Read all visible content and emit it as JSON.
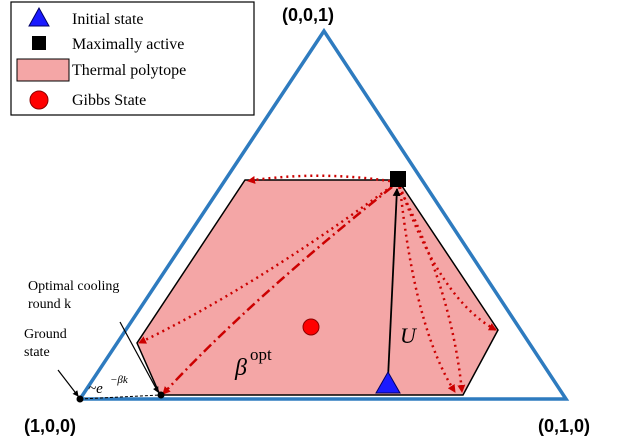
{
  "legend": {
    "items": [
      {
        "label": "Initial state",
        "marker": "blue-triangle"
      },
      {
        "label": "Maximally active",
        "marker": "black-square"
      },
      {
        "label": "Thermal polytope",
        "marker": "pink-rectangle"
      },
      {
        "label": "Gibbs State",
        "marker": "red-circle"
      }
    ]
  },
  "vertices": {
    "top": "(0,0,1)",
    "left": "(1,0,0)",
    "right": "(0,1,0)"
  },
  "annotations": {
    "optimal_cooling_line1": "Optimal cooling",
    "optimal_cooling_line2": "round k",
    "ground_state_line1": "Ground",
    "ground_state_line2": "state",
    "decay_prefix": "~e",
    "decay_exponent": "−βk",
    "beta_symbol": "β",
    "beta_superscript": "opt",
    "unitary": "U"
  },
  "colors": {
    "triangle": "#2e7bbf",
    "polytope_fill": "#f4a6a6",
    "polytope_stroke": "#000000",
    "initial_state": "#1a1aff",
    "gibbs_state": "#ff0000",
    "arrows": "#cc0000",
    "maximally_active": "#000000"
  }
}
